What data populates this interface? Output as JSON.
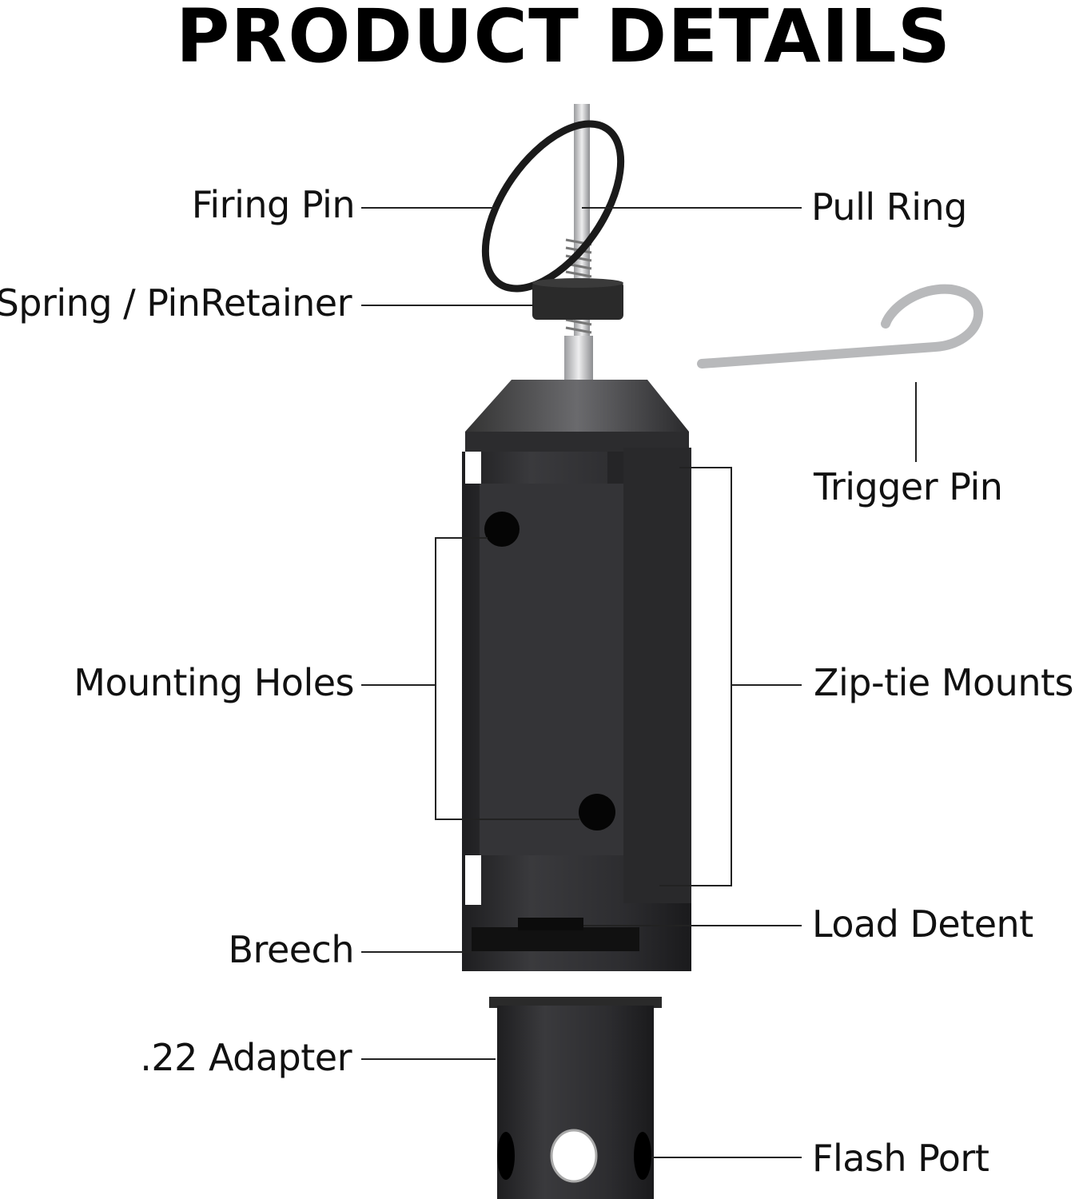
{
  "title": "PRODUCT DETAILS",
  "labels": {
    "firing_pin": "Firing Pin",
    "pull_ring": "Pull Ring",
    "spring_retainer": "Spring / PinRetainer",
    "trigger_pin": "Trigger Pin",
    "mounting_holes": "Mounting Holes",
    "zip_tie_mounts": "Zip-tie Mounts",
    "load_detent": "Load Detent",
    "breech": "Breech",
    "adapter": ".22 Adapter",
    "flash_port": "Flash Port"
  },
  "colors": {
    "body": "#2b2b2d",
    "metal": "#c9cacc",
    "line": "#222222"
  }
}
